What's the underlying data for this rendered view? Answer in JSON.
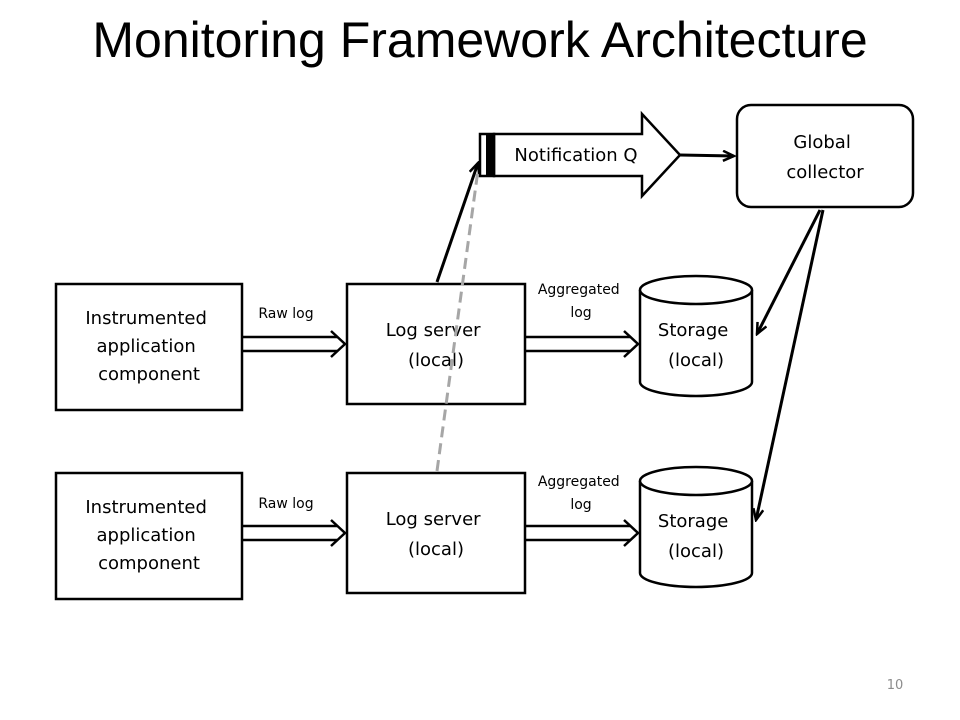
{
  "slide": {
    "title": "Monitoring Framework Architecture",
    "page_number": "10"
  },
  "nodes": {
    "app_component_1": [
      "Instrumented",
      "application",
      "component"
    ],
    "app_component_2": [
      "Instrumented",
      "application",
      "component"
    ],
    "log_server_1": [
      "Log server",
      "(local)"
    ],
    "log_server_2": [
      "Log server",
      "(local)"
    ],
    "storage_1": [
      "Storage",
      "(local)"
    ],
    "storage_2": [
      "Storage",
      "(local)"
    ],
    "global_collector": [
      "Global",
      "collector"
    ],
    "notification_queue": "Notification Q"
  },
  "edge_labels": {
    "raw_log_1": "Raw log",
    "raw_log_2": "Raw log",
    "aggregated_log_1": [
      "Aggregated",
      "log"
    ],
    "aggregated_log_2": [
      "Aggregated",
      "log"
    ]
  },
  "colors": {
    "stroke": "#000000",
    "dashed_link": "#a6a6a6",
    "page_number": "#8c8c8c"
  }
}
